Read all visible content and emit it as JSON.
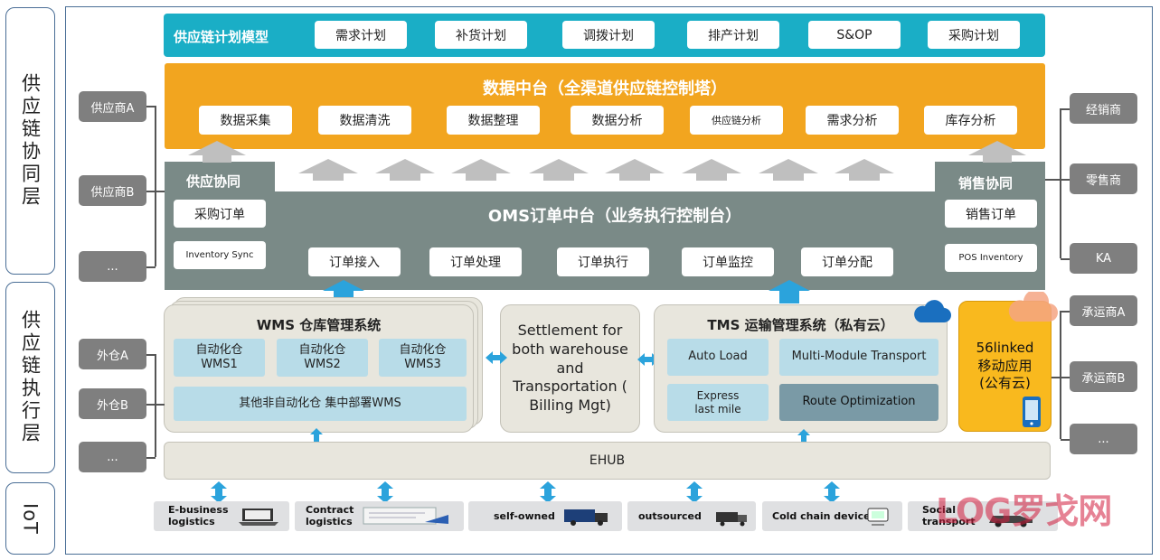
{
  "layers": {
    "collaboration": "供应链协同层",
    "execution": "供应链执行层",
    "iot": "IoT"
  },
  "planning": {
    "title": "供应链计划模型",
    "items": [
      "需求计划",
      "补货计划",
      "调拨计划",
      "排产计划",
      "S&OP",
      "采购计划"
    ]
  },
  "data_platform": {
    "title": "数据中台（全渠道供应链控制塔）",
    "items": [
      "数据采集",
      "数据清洗",
      "数据整理",
      "数据分析",
      "供应链分析",
      "需求分析",
      "库存分析"
    ]
  },
  "oms": {
    "title": "OMS订单中台（业务执行控制台）",
    "supply_title": "供应协同",
    "sales_title": "销售协同",
    "purchase_order": "采购订单",
    "inventory_sync": "Inventory Sync",
    "sales_order": "销售订单",
    "pos_inventory": "POS Inventory",
    "items": [
      "订单接入",
      "订单处理",
      "订单执行",
      "订单监控",
      "订单分配"
    ]
  },
  "suppliers": [
    "供应商A",
    "供应商B",
    "..."
  ],
  "distributors": [
    "经销商",
    "零售商",
    "KA"
  ],
  "warehouses": [
    "外仓A",
    "外仓B",
    "..."
  ],
  "carriers": [
    "承运商A",
    "承运商B",
    "..."
  ],
  "wms": {
    "title": "WMS 仓库管理系统",
    "items": [
      "自动化仓\nWMS1",
      "自动化仓\nWMS2",
      "自动化仓\nWMS3"
    ],
    "other": "其他非自动化仓 集中部署WMS"
  },
  "settlement": "Settlement for both warehouse and Transportation ( Billing Mgt)",
  "tms": {
    "title": "TMS 运输管理系统（私有云）",
    "items": [
      "Auto Load",
      "Multi-Module Transport",
      "Express\nlast mile",
      "Route Optimization"
    ]
  },
  "mobile": "56linked\n移动应用\n(公有云)",
  "ehub": "EHUB",
  "iot_items": [
    "E-business\nlogistics",
    "Contract\nlogistics",
    "self-owned",
    "outsourced",
    "Cold chain device",
    "Social\ntransport"
  ],
  "watermark": "LOG罗戈网",
  "colors": {
    "planning_bg": "#1aaec6",
    "data_bg": "#f2a51f",
    "oms_bg": "#7a8a87",
    "light_blue": "#b8dce8",
    "beige": "#e8e6dd",
    "mobile_bg": "#f9b91e"
  }
}
